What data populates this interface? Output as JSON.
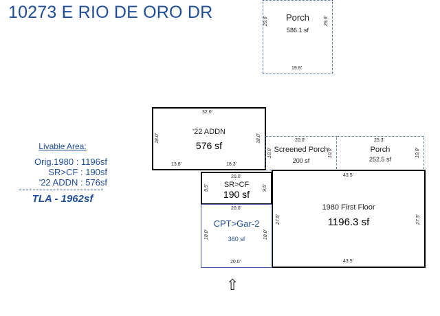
{
  "title": "10273 E RIO DE ORO DR",
  "livable": {
    "heading": "Livable Area:",
    "lines": [
      "Orig.1980 : 1196sf",
      "SR>CF : 190sf",
      "'22 ADDN : 576sf"
    ],
    "tla": "TLA - 1962sf"
  },
  "rooms": {
    "porch_top": {
      "name": "Porch",
      "area": "586.1 sf",
      "dim_left": "29.6'",
      "dim_right": "29.6'",
      "dim_bottom": "19.8'"
    },
    "addn": {
      "name": "'22 ADDN",
      "area": "576 sf",
      "dim_top": "32.0'",
      "dim_left": "18.0'",
      "dim_right": "18.0'",
      "dim_bottom_left": "13.8'",
      "dim_bottom_right": "18.3'"
    },
    "screened": {
      "name": "Screened Porch",
      "area": "200 sf",
      "dim_top": "20.0'",
      "dim_left": "10.0'",
      "dim_right": "10.0'"
    },
    "porch_right": {
      "name": "Porch",
      "area": "252.5 sf",
      "dim_top": "25.3'",
      "dim_right": "10.0'"
    },
    "srcf": {
      "name": "SR>CF",
      "area": "190 sf",
      "dim_top": "20.0'",
      "dim_left": "9.5'",
      "dim_right": "9.5'",
      "dim_bottom": "20.0'"
    },
    "first_floor": {
      "name": "1980 First Floor",
      "area": "1196.3 sf",
      "dim_top": "43.5'",
      "dim_left": "27.5'",
      "dim_right": "27.5'",
      "dim_bottom": "43.5'"
    },
    "garage": {
      "name": "CPT>Gar-2",
      "area": "360 sf",
      "dim_left": "18.0'",
      "dim_right": "18.0'",
      "dim_bottom": "20.0'"
    }
  },
  "arrow_symbol": "⇧",
  "arrow_icon": "up-arrow-icon"
}
